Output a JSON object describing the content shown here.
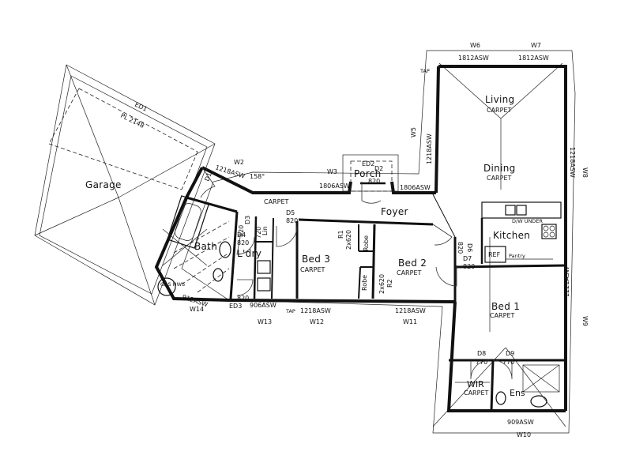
{
  "plan": {
    "rooms": {
      "garage": "Garage",
      "porch": "Porch",
      "foyer": "Foyer",
      "living": "Living",
      "dining": "Dining",
      "kitchen": "Kitchen",
      "bed1": "Bed 1",
      "bed2": "Bed 2",
      "bed3": "Bed 3",
      "bath": "Bath",
      "laundry": "L'dry",
      "wir": "WIR",
      "ens": "Ens",
      "lin": "Lin",
      "robe": "Robe",
      "gas_hws": "GAS HWS"
    },
    "finishes": {
      "carpet": "CARPET"
    },
    "kitchen_labels": {
      "dw": "D/W UNDER",
      "ref": "REF",
      "pantry": "Pantry"
    },
    "windows": {
      "w2": "W2",
      "w3": "W3",
      "w5": "W5",
      "w6": "W6",
      "w7": "W7",
      "w8": "W8",
      "w9": "W9",
      "w10": "W10",
      "w11": "W11",
      "w12": "W12",
      "w13": "W13",
      "w14": "W14"
    },
    "window_sizes": {
      "w6": "1812ASW",
      "w7": "1812ASW",
      "w8": "1218ASW",
      "w5": "1218ASW",
      "w2": "1218ASW",
      "w3": "1806ASW",
      "porch_right": "1806ASW",
      "w9": "1221ASW",
      "w10": "909ASW",
      "w11": "1218ASW",
      "w12": "1218ASW",
      "w13": "906ASW",
      "w14": "912ASW"
    },
    "doors": {
      "d1": "D1",
      "d2": "D2",
      "d3": "D3",
      "d4": "D4",
      "d5": "D5",
      "d6": "D6",
      "d7": "D7",
      "d8": "D8",
      "d9": "D9",
      "ed1": "ED1",
      "ed2": "ED2",
      "ed3": "ED3",
      "r1": "R1",
      "r2": "R2"
    },
    "door_sizes": {
      "d5": "820",
      "d6": "820",
      "d7": "820",
      "d8": "770",
      "d9": "770",
      "ed2": "820",
      "d4": "820",
      "lin": "720",
      "laundry": "820",
      "d2": "820",
      "r1": "2x620",
      "r2": "2x620"
    },
    "misc": {
      "pl": "PL 2148",
      "tap": "TAP",
      "tap2": "TAP",
      "angle": "158°"
    }
  }
}
